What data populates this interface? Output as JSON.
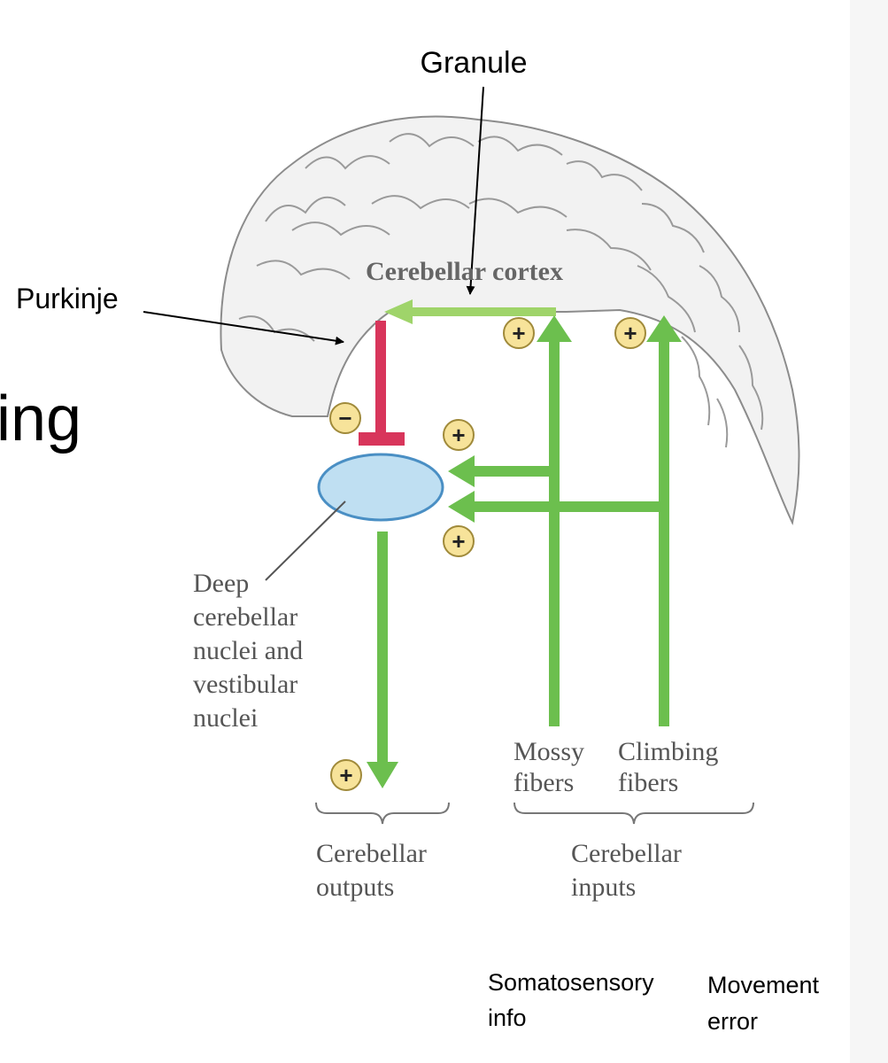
{
  "labels": {
    "granule": "Granule",
    "purkinje": "Purkinje",
    "partial_word": "ing",
    "cerebellar_cortex": "Cerebellar cortex",
    "deep_nuclei": [
      "Deep",
      "cerebellar",
      "nuclei and",
      "vestibular",
      "nuclei"
    ],
    "mossy_fibers": [
      "Mossy",
      "fibers"
    ],
    "climbing_fibers": [
      "Climbing",
      "fibers"
    ],
    "cerebellar_outputs": [
      "Cerebellar",
      "outputs"
    ],
    "cerebellar_inputs": [
      "Cerebellar",
      "inputs"
    ],
    "somatosensory_info": [
      "Somatosensory",
      "info"
    ],
    "movement_error": [
      "Movement",
      "error"
    ]
  },
  "signs": {
    "plus": "+",
    "minus": "−"
  },
  "colors": {
    "excitatory": "#6cbf4e",
    "excitatory_light": "#9fd46a",
    "inhibitory": "#d8355b",
    "nucleus_fill": "#bfdff2",
    "nucleus_stroke": "#4a8fc4",
    "sign_fill": "#f7e39a",
    "sign_stroke": "#a08a3a"
  }
}
